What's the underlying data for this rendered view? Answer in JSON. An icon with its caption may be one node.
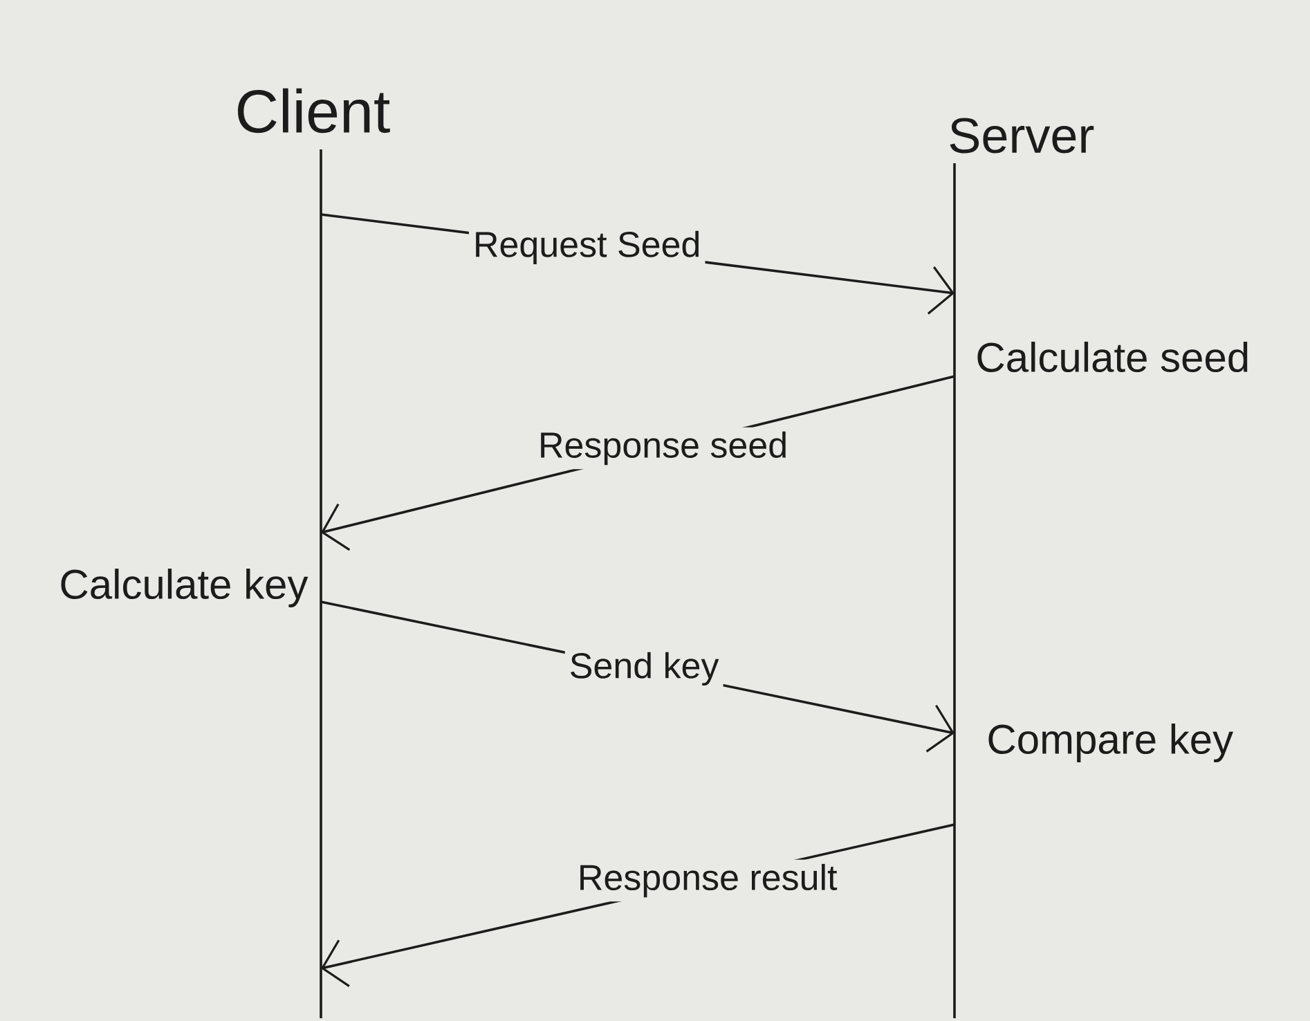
{
  "diagram": {
    "nodes": [
      {
        "text": [
          "Client"
        ],
        "beside": [
          "Calculate key"
        ]
      },
      {
        "text": [
          "Server"
        ],
        "beside": [
          "Calculate seed",
          "Compare key"
        ]
      }
    ],
    "edges": [
      {
        "from": 0,
        "to": 1,
        "arrow": "to",
        "label": "Request Seed"
      },
      {
        "from": 1,
        "to": 0,
        "arrow": "to",
        "label": "Response seed"
      },
      {
        "from": 0,
        "to": 1,
        "arrow": "to",
        "label": "Send key"
      },
      {
        "from": 1,
        "to": 0,
        "arrow": "to",
        "label": "Response result"
      }
    ]
  }
}
